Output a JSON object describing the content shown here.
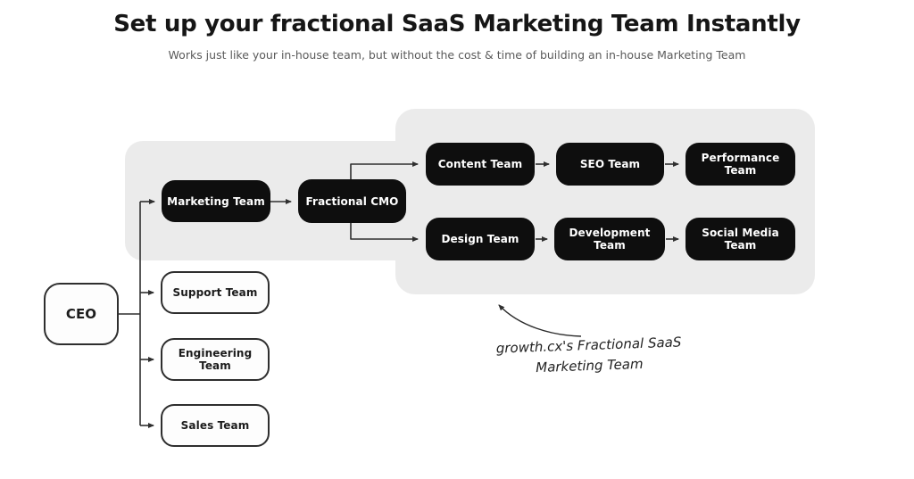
{
  "header": {
    "title": "Set up your fractional SaaS Marketing Team Instantly",
    "subtitle": "Works just like your in-house team, but without the cost & time of building an in-house Marketing Team"
  },
  "diagram": {
    "nodes": {
      "ceo": {
        "label": "CEO",
        "style": "light"
      },
      "marketing": {
        "label": "Marketing Team",
        "style": "dark"
      },
      "cmo": {
        "label": "Fractional CMO",
        "style": "dark"
      },
      "support": {
        "label": "Support Team",
        "style": "light"
      },
      "engineering": {
        "label": "Engineering Team",
        "style": "light"
      },
      "sales": {
        "label": "Sales Team",
        "style": "light"
      },
      "content": {
        "label": "Content Team",
        "style": "dark"
      },
      "seo": {
        "label": "SEO Team",
        "style": "dark"
      },
      "performance": {
        "label": "Performance Team",
        "style": "dark"
      },
      "design": {
        "label": "Design Team",
        "style": "dark"
      },
      "development": {
        "label": "Development Team",
        "style": "dark"
      },
      "social": {
        "label": "Social Media Team",
        "style": "dark"
      }
    },
    "edges": [
      "CEO -> Marketing Team",
      "CEO -> Support Team",
      "CEO -> Engineering Team",
      "CEO -> Sales Team",
      "Marketing Team -> Fractional CMO",
      "Fractional CMO -> Content Team",
      "Fractional CMO -> Design Team",
      "Content Team -> SEO Team",
      "SEO Team -> Performance Team",
      "Design Team -> Development Team",
      "Development Team -> Social Media Team"
    ],
    "annotation": {
      "line1": "growth.cx's Fractional SaaS",
      "line2": "Marketing Team"
    },
    "colors": {
      "node_dark_bg": "#0e0e0e",
      "node_dark_text": "#ffffff",
      "node_light_bg": "#fdfdfd",
      "node_light_border": "#2e2e2e",
      "panel_gray": "#ebebeb",
      "connector": "#2f2f2f",
      "title_text": "#161616",
      "subtitle_text": "#5a5a5a"
    }
  }
}
